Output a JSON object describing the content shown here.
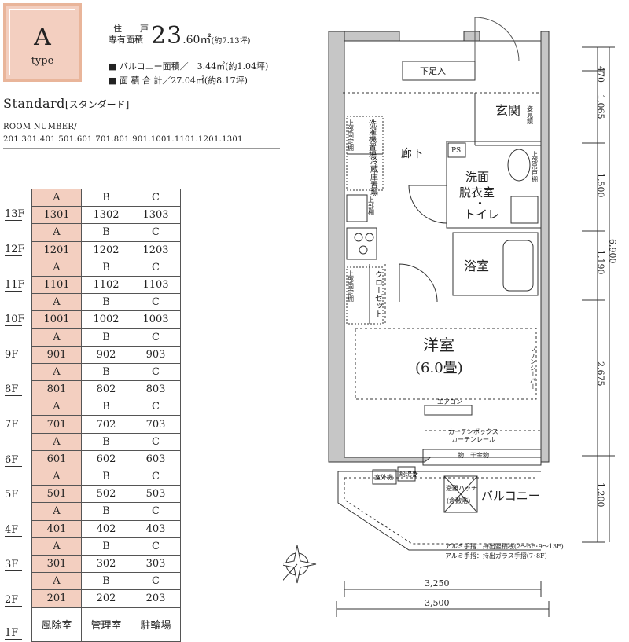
{
  "type_badge": {
    "letter": "A",
    "word": "type"
  },
  "area": {
    "label_top": "住　戸",
    "label_bottom": "専有面積",
    "value_int": "23",
    "value_dec": ".60㎡",
    "tsubo": "(約7.13坪)",
    "balcony": "■ バルコニー面積／　3.44㎡(約1.04坪)",
    "total": "■ 面 積 合 計／27.04㎡(約8.17坪)"
  },
  "plan_name": "Standard",
  "plan_name_jp": "[スタンダード]",
  "room_number_label": "ROOM NUMBER/",
  "room_numbers": "201.301.401.501.601.701.801.901.1001.1101.1201.1301",
  "floors": [
    {
      "floor": "13F",
      "rooms": [
        "1301",
        "1302",
        "1303"
      ]
    },
    {
      "floor": "12F",
      "rooms": [
        "1201",
        "1202",
        "1203"
      ]
    },
    {
      "floor": "11F",
      "rooms": [
        "1101",
        "1102",
        "1103"
      ]
    },
    {
      "floor": "10F",
      "rooms": [
        "1001",
        "1002",
        "1003"
      ]
    },
    {
      "floor": "9F",
      "rooms": [
        "901",
        "902",
        "903"
      ]
    },
    {
      "floor": "8F",
      "rooms": [
        "801",
        "802",
        "803"
      ]
    },
    {
      "floor": "7F",
      "rooms": [
        "701",
        "702",
        "703"
      ]
    },
    {
      "floor": "6F",
      "rooms": [
        "601",
        "602",
        "603"
      ]
    },
    {
      "floor": "5F",
      "rooms": [
        "501",
        "502",
        "503"
      ]
    },
    {
      "floor": "4F",
      "rooms": [
        "401",
        "402",
        "403"
      ]
    },
    {
      "floor": "3F",
      "rooms": [
        "301",
        "302",
        "303"
      ]
    },
    {
      "floor": "2F",
      "rooms": [
        "201",
        "202",
        "203"
      ]
    }
  ],
  "type_headers": [
    "A",
    "B",
    "C"
  ],
  "ground": {
    "floor": "1F",
    "rooms": [
      "風除室",
      "管理室",
      "駐輪場"
    ]
  },
  "plan": {
    "geta": "下足入",
    "genkan": "玄関",
    "mirror": "姿見鏡",
    "rouka": "廊下",
    "ps": "PS",
    "sentaku": "洗濯機置場",
    "reizo": "冷蔵庫置場",
    "joubu_tana": "上部吊戸棚",
    "joubu_tana2": "上部固定棚",
    "joubu_tana3": "上部棚",
    "senmen1": "洗面",
    "senmen2": "脱衣室",
    "senmen3": "・",
    "senmen4": "トイレ",
    "yokushitsu": "浴室",
    "closet": "クローゼット",
    "closet_tana": "上部固定棚",
    "youshitsu": "洋室",
    "youshitsu_size": "(6.0畳)",
    "fan": "ファンシーバー",
    "aircon": "エアコン",
    "curtain_box": "カーテンボックス",
    "curtain_rail": "カーテンレール",
    "monohoshi": "物　干金物",
    "shitsugai": "室外機",
    "kyutou": "給湯器",
    "hinan1": "避難ハッチ",
    "hinan2": "(倉敷階)",
    "balcony": "バルコニー",
    "note1": "アルミ手摺：持出竪横桟(2〜6F･9〜13F)",
    "note2": "アルミ手摺：持出ガラス手摺(7･8F)",
    "north": "N"
  },
  "dims": {
    "d1": "470",
    "d2": "1,065",
    "d3": "1,500",
    "d4": "1,190",
    "d5": "2,675",
    "d6": "1,200",
    "total_v": "6,900",
    "w1": "3,250",
    "w2": "3,500"
  }
}
